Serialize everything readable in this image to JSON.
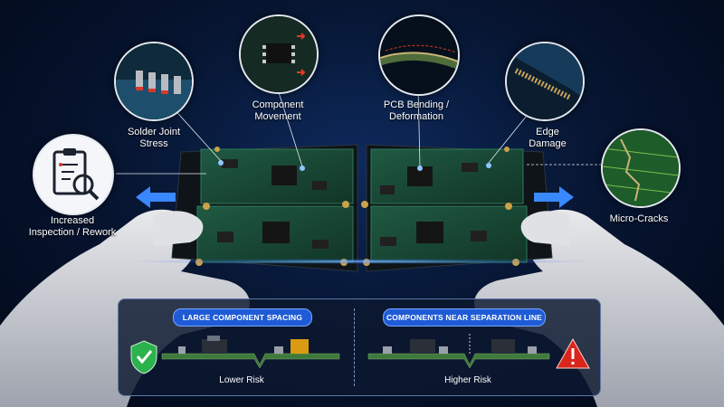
{
  "callouts": {
    "solder_joint": "Solder Joint\nStress",
    "component_movement": "Component\nMovement",
    "pcb_bending": "PCB Bending /\nDeformation",
    "edge_damage": "Edge\nDamage",
    "increased_inspection": "Increased\nInspection / Rework",
    "micro_cracks": "Micro-Cracks"
  },
  "comparison": {
    "left_header": "LARGE COMPONENT SPACING",
    "right_header": "COMPONENTS NEAR SEPARATION LINE",
    "left_result": "Lower Risk",
    "right_result": "Higher Risk"
  },
  "colors": {
    "accent_blue": "#1f5bd6",
    "safe_green": "#2bb24c",
    "warning_red": "#d9261c",
    "pcb_green": "#1b4a36"
  }
}
